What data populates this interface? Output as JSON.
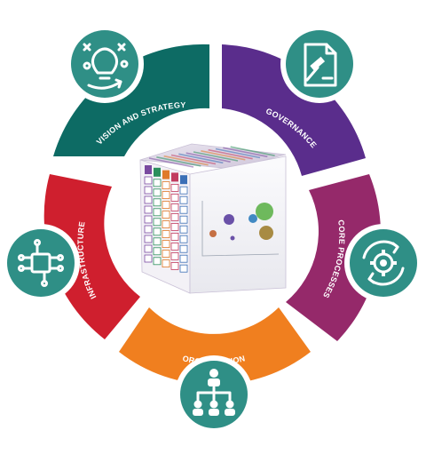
{
  "segments": [
    {
      "label": "VISION AND STRATEGY",
      "color": "#0d6b64",
      "icon": "lightbulb-strategy-icon"
    },
    {
      "label": "GOVERNANCE",
      "color": "#5a2d8c",
      "icon": "document-gavel-icon"
    },
    {
      "label": "CORE PROCESSES",
      "color": "#95296a",
      "icon": "gear-cycle-icon"
    },
    {
      "label": "ORGANIZATION",
      "color": "#f07f1f",
      "icon": "org-chart-icon"
    },
    {
      "label": "INFRASTRUCTURE",
      "color": "#cf1f2e",
      "icon": "circuit-chip-icon"
    }
  ],
  "colors": {
    "icon_circle": "#2f8f86",
    "icon_ring": "#ffffff",
    "background": "#ffffff"
  },
  "cube": {
    "side_bar_colors": [
      "#7a4aa0",
      "#2b8f5c",
      "#e07a2a",
      "#c23b5f",
      "#3b6fb6"
    ],
    "bubble_colors": [
      "#5b3fa0",
      "#2e7dbe",
      "#5fb34b",
      "#a08030",
      "#c06030"
    ]
  }
}
